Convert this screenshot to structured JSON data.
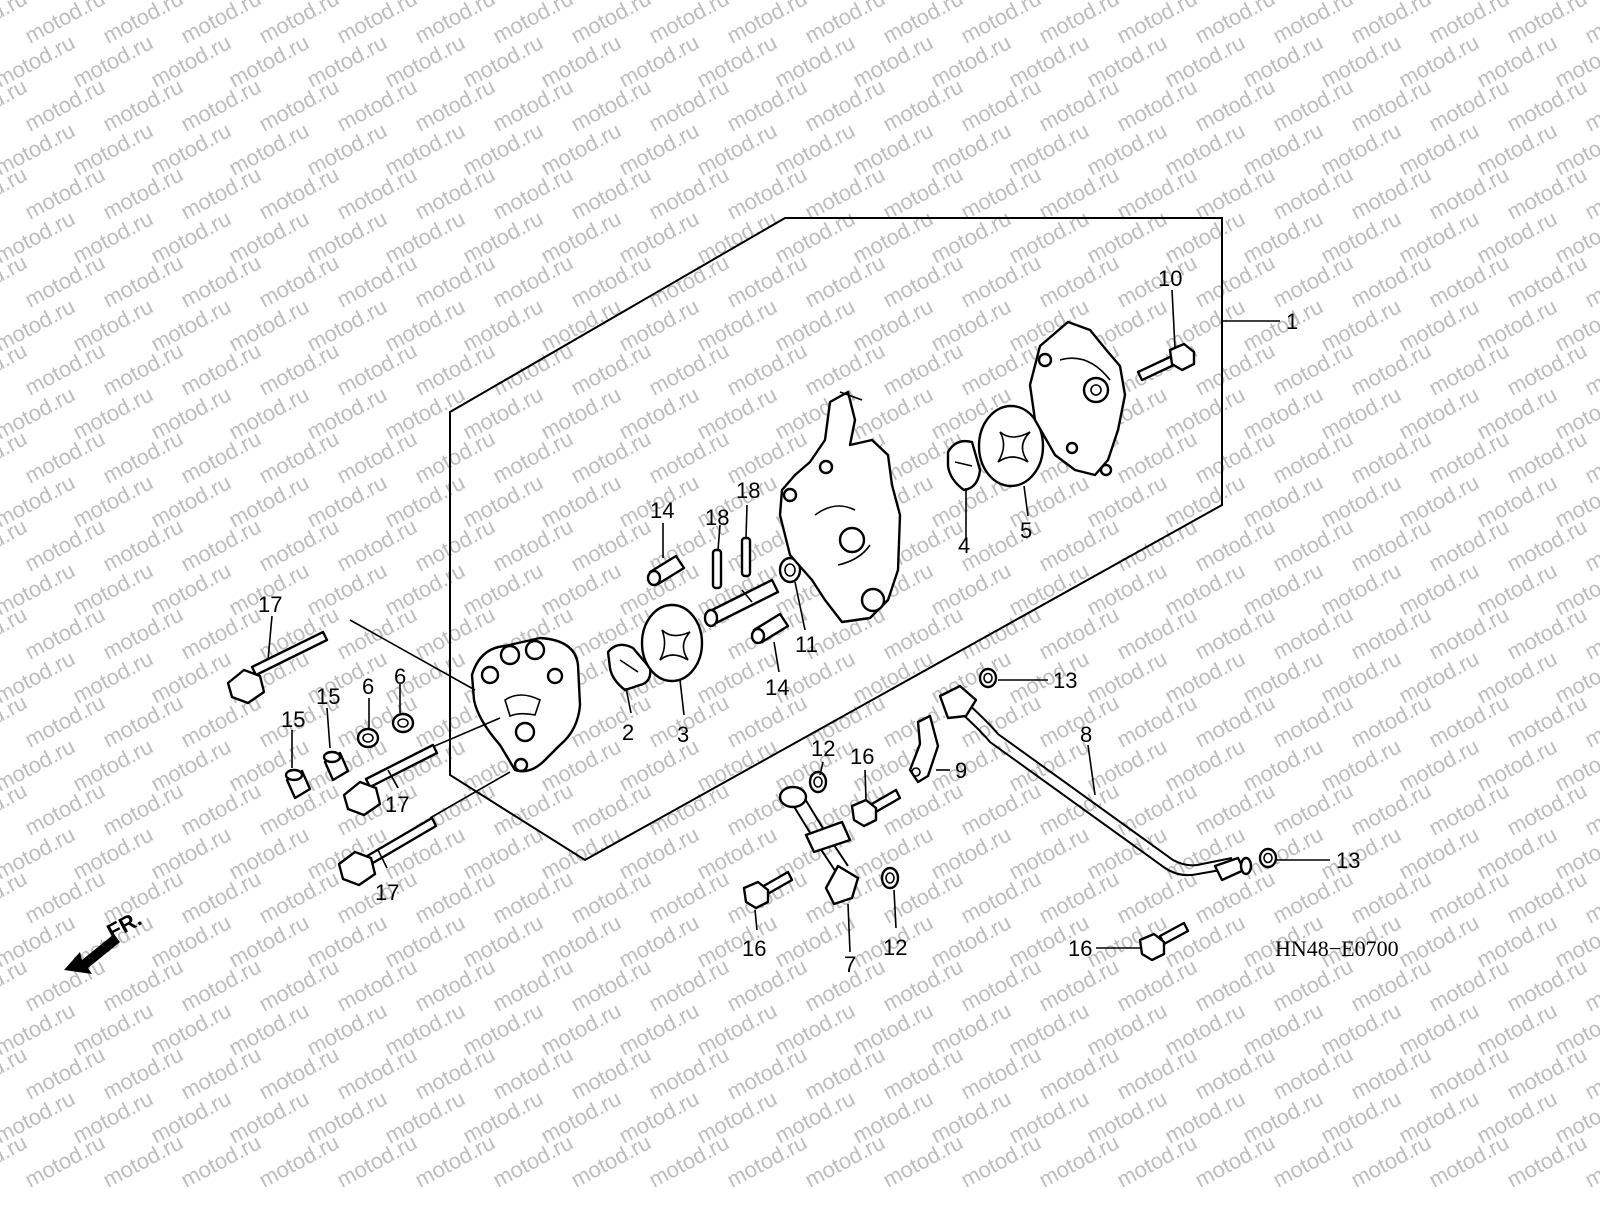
{
  "diagram": {
    "code": "HN48−E0700",
    "front_label": "FR.",
    "watermark": "motod.ru",
    "callouts": {
      "c1": "1",
      "c2": "2",
      "c3": "3",
      "c4": "4",
      "c5": "5",
      "c6a": "6",
      "c6b": "6",
      "c7": "7",
      "c8": "8",
      "c9": "9",
      "c10": "10",
      "c11": "11",
      "c12a": "12",
      "c12b": "12",
      "c13a": "13",
      "c13b": "13",
      "c14a": "14",
      "c14b": "14",
      "c15a": "15",
      "c15b": "15",
      "c16a": "16",
      "c16b": "16",
      "c16c": "16",
      "c17a": "17",
      "c17b": "17",
      "c17c": "17",
      "c18a": "18",
      "c18b": "18"
    }
  }
}
